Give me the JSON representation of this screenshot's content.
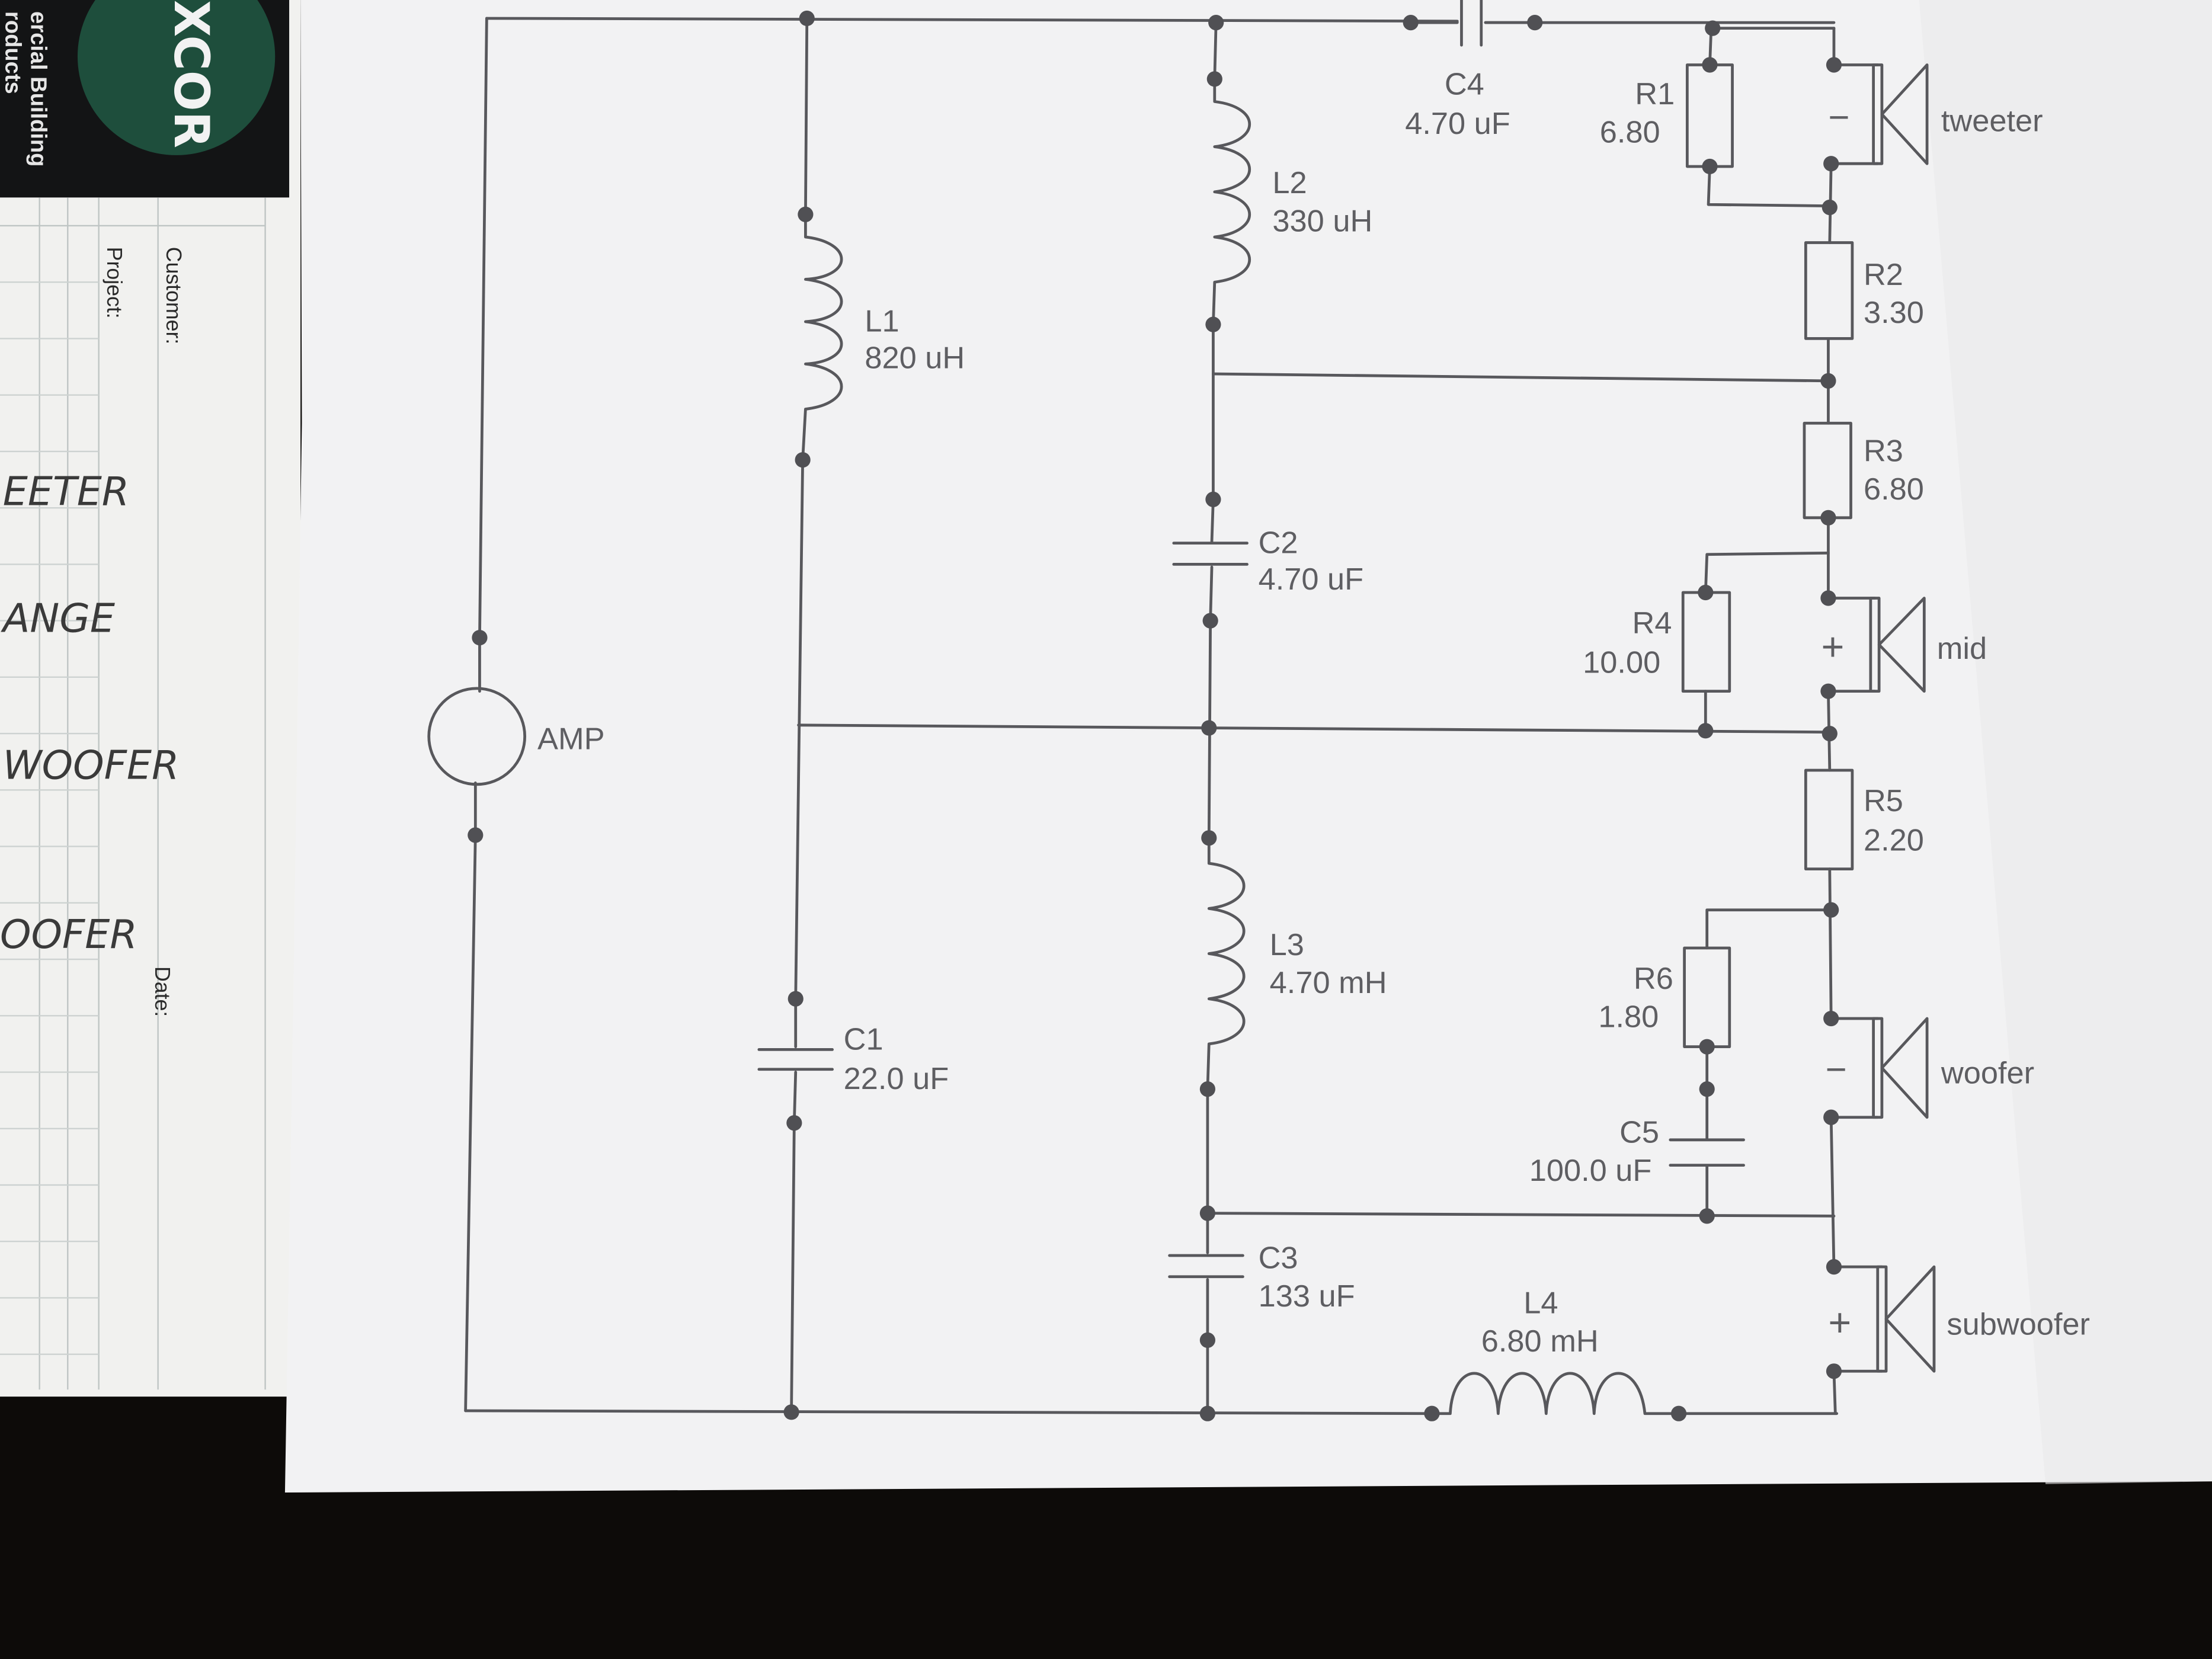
{
  "folder": {
    "brand_partial": "XCOR",
    "tagline_line1": "ercial Building",
    "tagline_line2": "roducts",
    "customer_label": "Customer:",
    "project_label": "Project:",
    "date_label": "Date:",
    "handwritten": [
      "EETER",
      "ANGE",
      "WOOFER",
      "OOFER"
    ],
    "colors": {
      "folder": "#f4f4f2",
      "brand_panel": "#101112",
      "logo": "#1e4e3c"
    }
  },
  "schematic": {
    "amp": {
      "label": "AMP"
    },
    "components": [
      {
        "id": "L1",
        "value": "820 uH"
      },
      {
        "id": "C1",
        "value": "22.0 uF"
      },
      {
        "id": "L2",
        "value": "330 uH"
      },
      {
        "id": "C2",
        "value": "4.70 uF"
      },
      {
        "id": "L3",
        "value": "4.70 mH"
      },
      {
        "id": "C3",
        "value": "133 uF"
      },
      {
        "id": "C4",
        "value": "4.70 uF"
      },
      {
        "id": "R1",
        "value": "6.80"
      },
      {
        "id": "R2",
        "value": "3.30"
      },
      {
        "id": "R3",
        "value": "6.80"
      },
      {
        "id": "R4",
        "value": "10.00"
      },
      {
        "id": "R5",
        "value": "2.20"
      },
      {
        "id": "R6",
        "value": "1.80"
      },
      {
        "id": "C5",
        "value": "100.0 uF"
      },
      {
        "id": "L4",
        "value": "6.80 mH"
      }
    ],
    "speakers": [
      {
        "label": "tweeter",
        "polarity": "−"
      },
      {
        "label": "mid",
        "polarity": "+"
      },
      {
        "label": "woofer",
        "polarity": "−"
      },
      {
        "label": "subwoofer",
        "polarity": "+"
      }
    ],
    "colors": {
      "paper": "#f3f3f4",
      "wire": "#5a5a5e",
      "text": "#5e5e62"
    }
  }
}
